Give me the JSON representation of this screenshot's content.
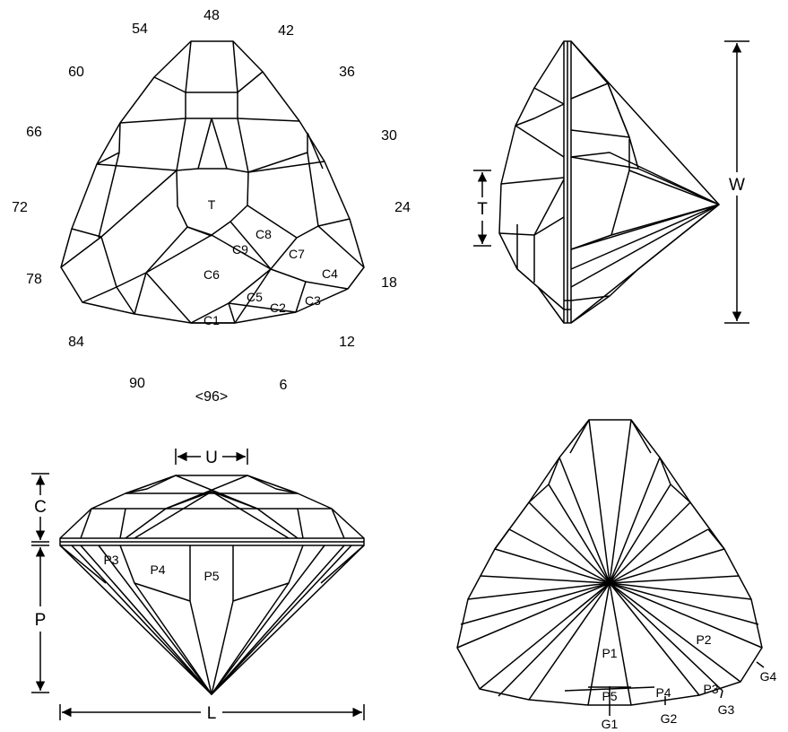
{
  "index_gear": {
    "degrees": [
      "48",
      "42",
      "36",
      "30",
      "24",
      "18",
      "12",
      "6",
      "<96>",
      "90",
      "84",
      "78",
      "72",
      "66",
      "60",
      "54"
    ]
  },
  "crown_facets": {
    "table": "T",
    "c1": "C1",
    "c2": "C2",
    "c3": "C3",
    "c4": "C4",
    "c5": "C5",
    "c6": "C6",
    "c7": "C7",
    "c8": "C8",
    "c9": "C9"
  },
  "pavilion_side_facets": {
    "p3": "P3",
    "p4": "P4",
    "p5": "P5"
  },
  "pavilion_facets": {
    "p1": "P1",
    "p2": "P2",
    "p3": "P3",
    "p4": "P4",
    "p5": "P5",
    "g1": "G1",
    "g2": "G2",
    "g3": "G3",
    "g4": "G4"
  },
  "dimensions": {
    "width": "W",
    "table": "T",
    "length": "L",
    "crown": "C",
    "pavilion": "P",
    "table_width": "U"
  }
}
